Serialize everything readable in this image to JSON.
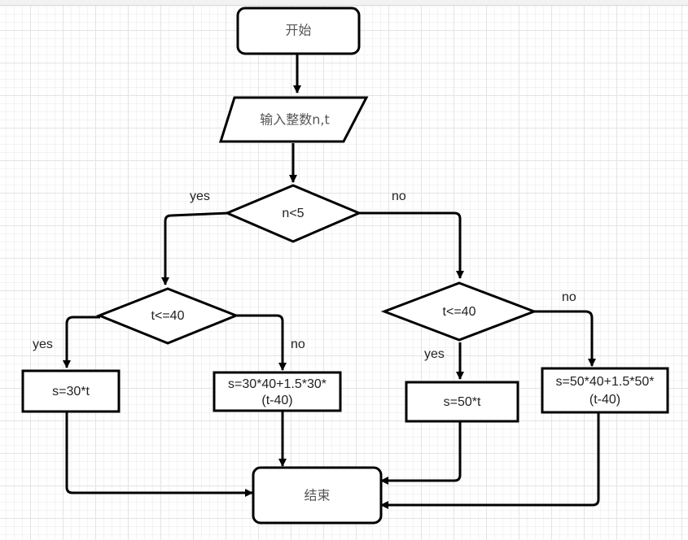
{
  "nodes": {
    "start": "开始",
    "input": "输入整数n,t",
    "cond_n": "n<5",
    "cond_t_left": "t<=40",
    "cond_t_right": "t<=40",
    "calc_a": "s=30*t",
    "calc_b_line1": "s=30*40+1.5*30*",
    "calc_b_line2": "(t-40)",
    "calc_c": "s=50*t",
    "calc_d_line1": "s=50*40+1.5*50*",
    "calc_d_line2": "(t-40)",
    "end": "结束"
  },
  "edge_labels": {
    "n_yes": "yes",
    "n_no": "no",
    "tl_yes": "yes",
    "tl_no": "no",
    "tr_yes": "yes",
    "tr_no": "no"
  }
}
